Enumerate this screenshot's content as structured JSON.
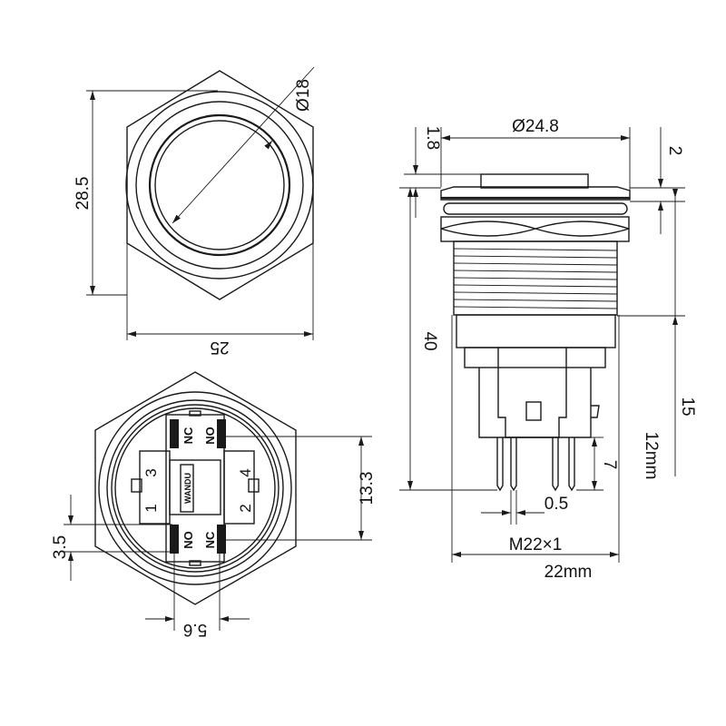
{
  "top_view": {
    "height_dim": "28.5",
    "width_dim": "25",
    "diameter_dim": "Ø18"
  },
  "bottom_view": {
    "pin_labels": {
      "top_left": "NC",
      "top_right": "NO",
      "bottom_left": "NO",
      "bottom_right": "NC"
    },
    "terminal_numbers": [
      "1",
      "2",
      "3",
      "4"
    ],
    "brand": "WANDU",
    "dim_13_3": "13.3",
    "dim_3_5": "3.5",
    "dim_5_6": "5.6"
  },
  "side_view": {
    "diameter_dim": "Ø24.8",
    "dim_1_8": "1.8",
    "dim_2": "2",
    "dim_40": "40",
    "dim_15": "15",
    "dim_12mm": "12mm",
    "dim_7": "7",
    "dim_0_5": "0.5",
    "thread": "M22×1",
    "width_22mm": "22mm"
  }
}
